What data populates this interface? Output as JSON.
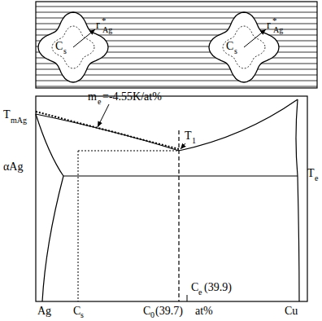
{
  "diagram": {
    "labels": [
      "C",
      "s",
      "r",
      "*",
      "Ag",
      "C",
      "s",
      "r",
      "*",
      "Ag",
      "T",
      "mAg",
      "m",
      "e",
      "=-4.55K/at%",
      "T",
      "1",
      "αAg",
      "T",
      "e",
      "C",
      "e",
      "(39.9)",
      "Ag",
      "C",
      "s",
      "C",
      "0",
      "(39.7)",
      "at%",
      "Cu"
    ]
  }
}
